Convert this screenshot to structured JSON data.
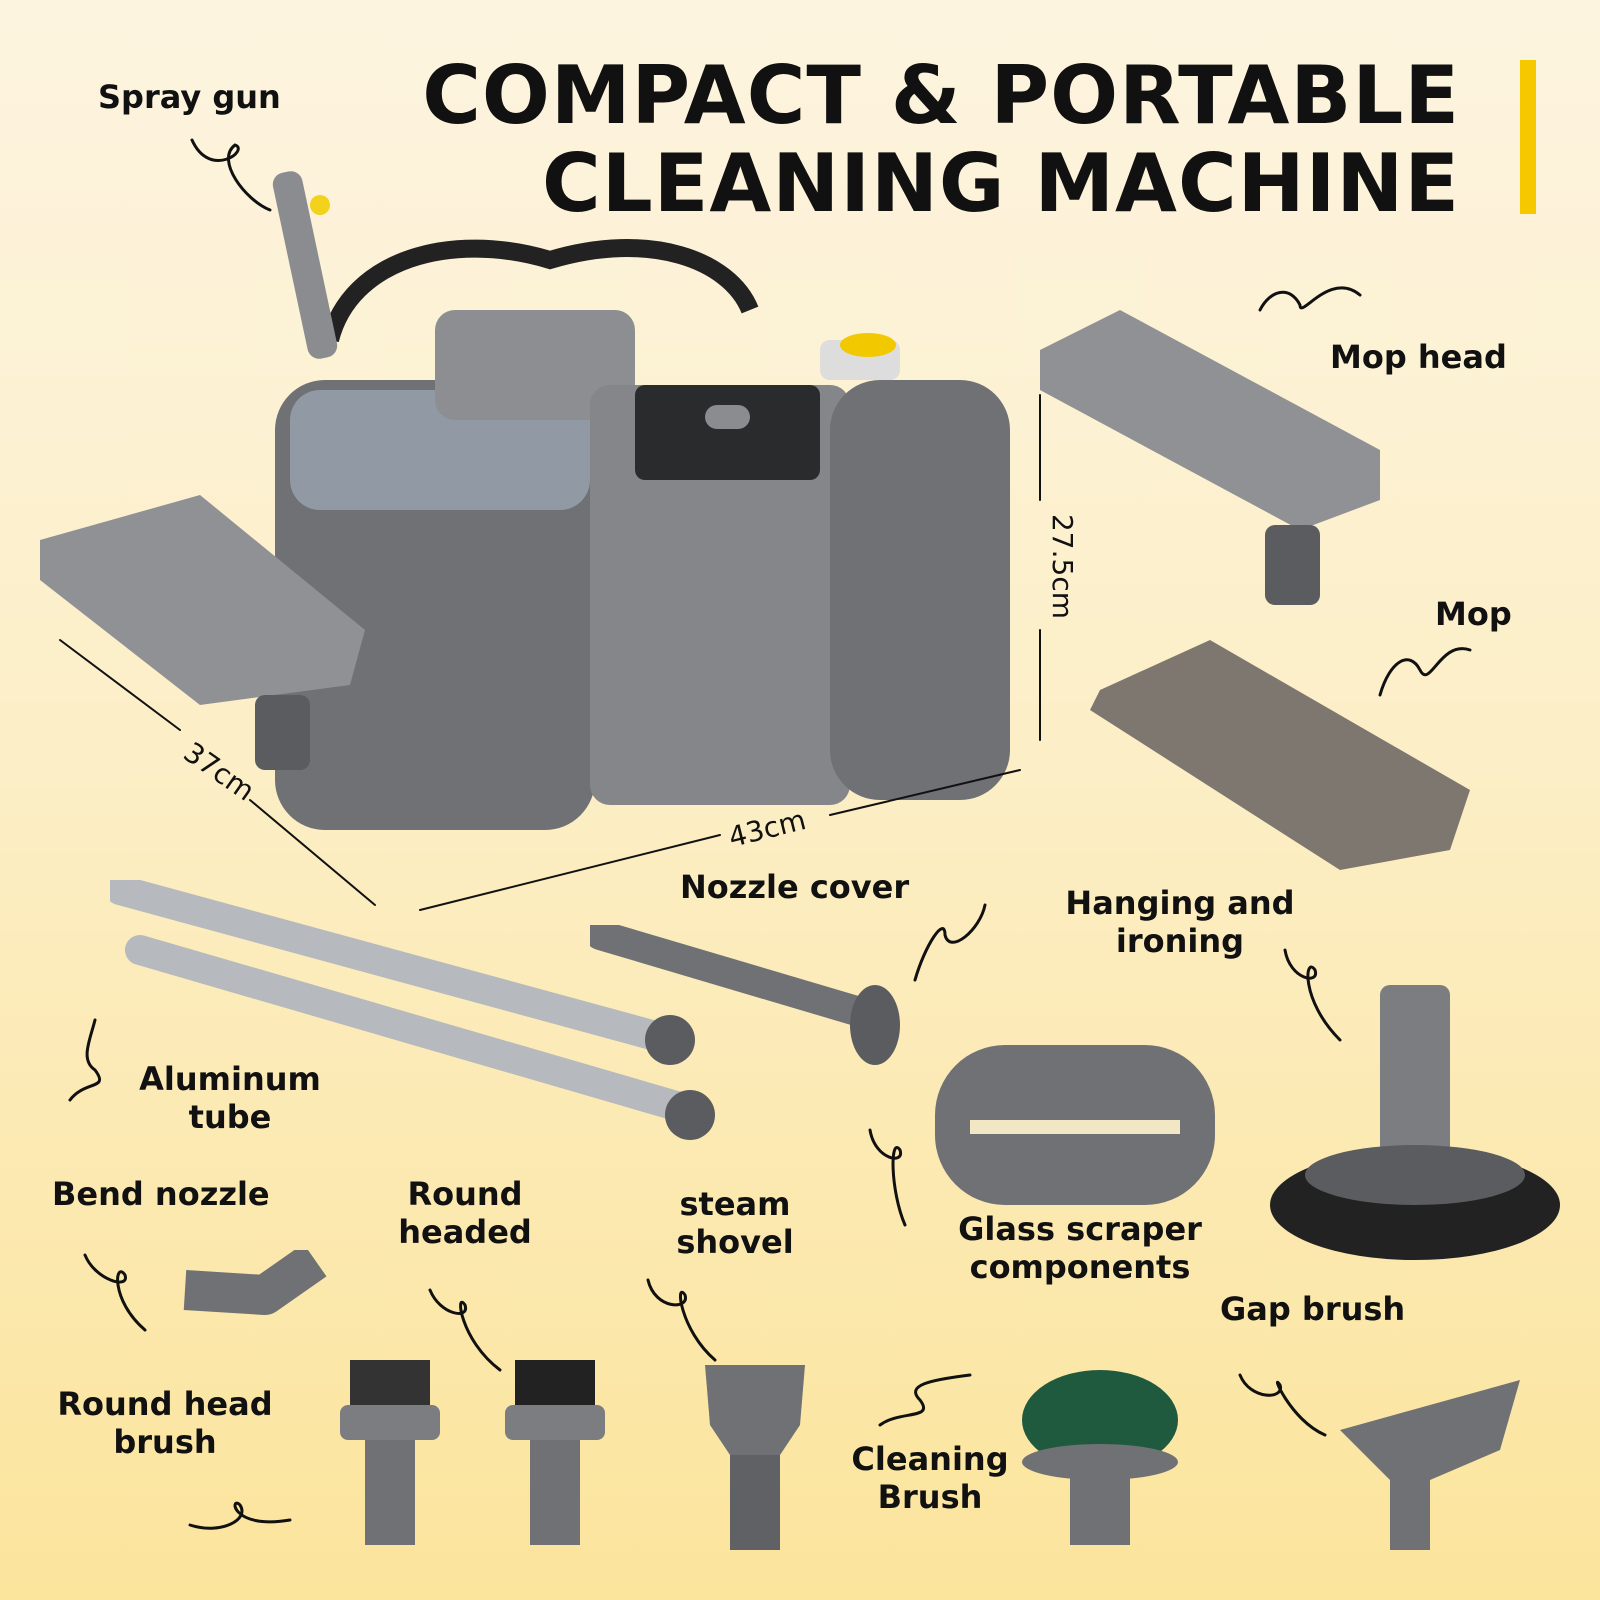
{
  "title": {
    "line1": "COMPACT & PORTABLE",
    "line2": "CLEANING MACHINE"
  },
  "colors": {
    "accent": "#f5c800",
    "product_gray": "#7b7d80",
    "dark": "#111111"
  },
  "dimensions": {
    "depth": "37cm",
    "width": "43cm",
    "height": "27.5cm"
  },
  "labels": {
    "spray_gun": "Spray gun",
    "mop_head": "Mop head",
    "mop": "Mop",
    "nozzle_cover": "Nozzle cover",
    "hanging_ironing": "Hanging and ironing",
    "aluminum_tube": "Aluminum tube",
    "bend_nozzle": "Bend nozzle",
    "round_headed": "Round headed",
    "steam_shovel": "steam shovel",
    "glass_scraper": "Glass scraper components",
    "gap_brush": "Gap brush",
    "round_head_brush": "Round head brush",
    "cleaning_brush": "Cleaning Brush"
  }
}
